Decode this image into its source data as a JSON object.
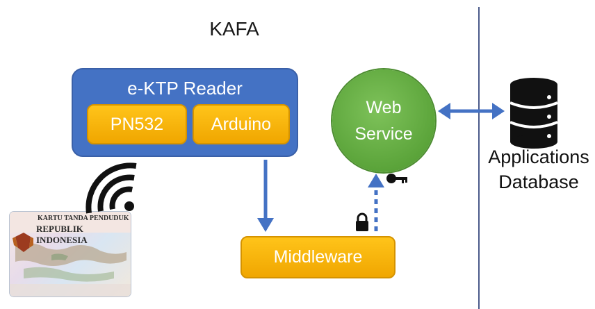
{
  "title": "KAFA",
  "reader": {
    "label": "e-KTP Reader",
    "chips": [
      "PN532",
      "Arduino"
    ]
  },
  "middleware": {
    "label": "Middleware"
  },
  "web_service": {
    "line1": "Web",
    "line2": "Service"
  },
  "database": {
    "line1": "Applications",
    "line2": "Database"
  },
  "card": {
    "line1": "KARTU TANDA PENDUDUK",
    "line2": "REPUBLIK INDONESIA"
  },
  "colors": {
    "reader_blue": "#4472c4",
    "chip_orange": "#ffc000",
    "web_green": "#70ad47",
    "arrow_blue": "#4472c4"
  },
  "icons": [
    "wifi-icon",
    "database-icon",
    "lock-icon",
    "key-icon",
    "id-card-image"
  ]
}
